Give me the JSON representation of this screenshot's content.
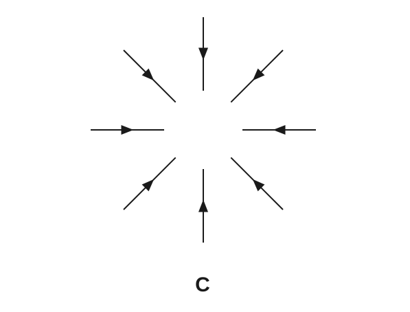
{
  "label": "C",
  "colors": {
    "line": "#1a1a1a",
    "background": "#ffffff"
  },
  "arrows": [
    {
      "name": "arrow-up",
      "icon": "arrow-inward-from-top"
    },
    {
      "name": "arrow-upper-right",
      "icon": "arrow-inward-from-upper-right"
    },
    {
      "name": "arrow-right",
      "icon": "arrow-inward-from-right"
    },
    {
      "name": "arrow-lower-right",
      "icon": "arrow-inward-from-lower-right"
    },
    {
      "name": "arrow-down",
      "icon": "arrow-inward-from-bottom"
    },
    {
      "name": "arrow-lower-left",
      "icon": "arrow-inward-from-lower-left"
    },
    {
      "name": "arrow-left",
      "icon": "arrow-inward-from-left"
    },
    {
      "name": "arrow-upper-left",
      "icon": "arrow-inward-from-upper-left"
    }
  ]
}
